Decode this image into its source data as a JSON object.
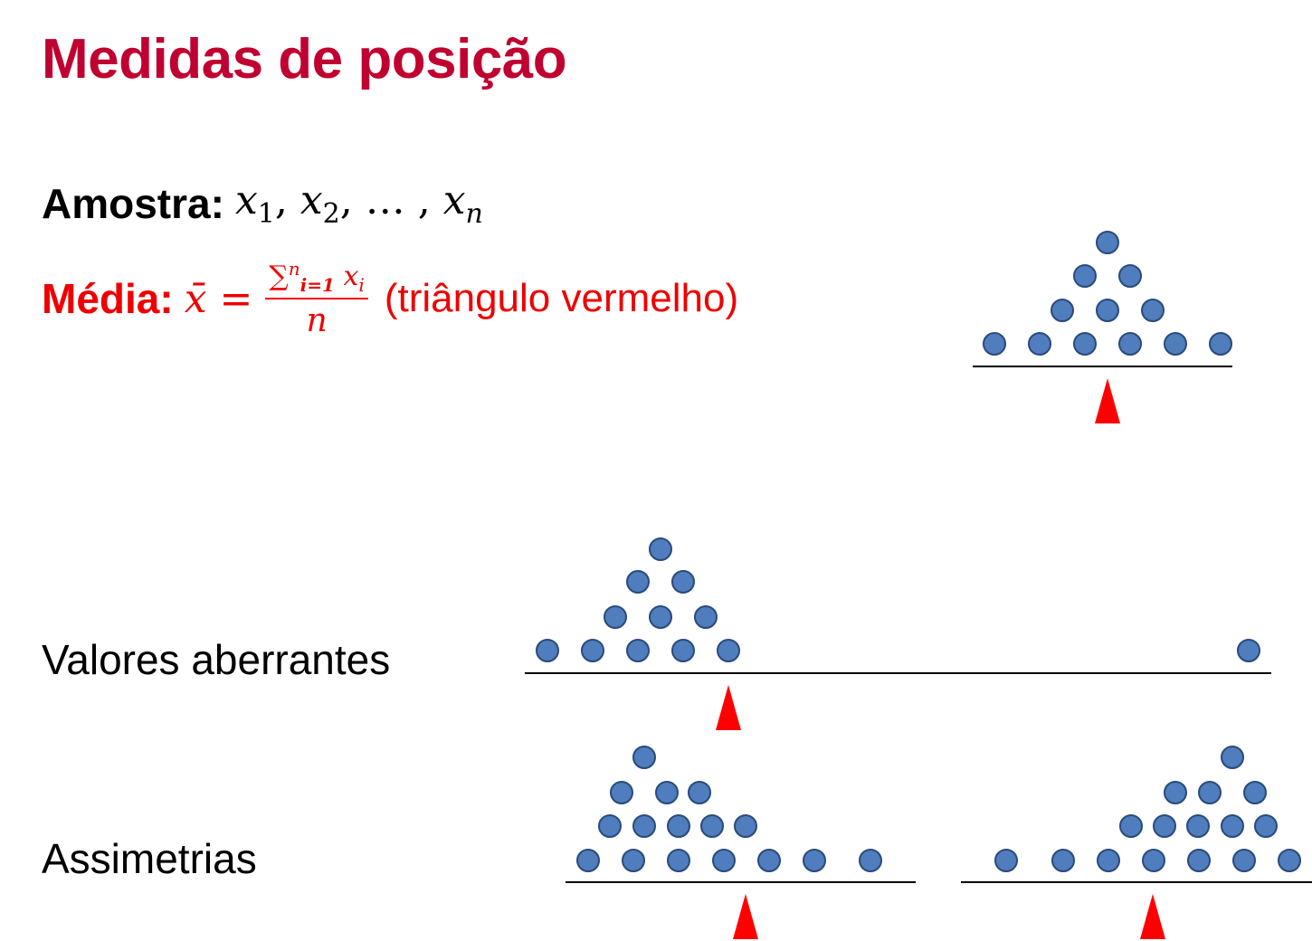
{
  "title": "Medidas de posição",
  "amostra": {
    "label": "Amostra:",
    "formula_parts": [
      "x",
      "1",
      ", ",
      "x",
      "2",
      ", … , ",
      "x",
      "n"
    ]
  },
  "media": {
    "label": "Média:",
    "lhs": "x̄ =",
    "numerator_sum": "∑",
    "numerator_sup": "n",
    "numerator_sub": "i=1",
    "numerator_term": "x",
    "numerator_term_sub": "i",
    "denominator": "n",
    "note": "(triângulo  vermelho)"
  },
  "rows": {
    "valores_aberrantes": "Valores aberrantes",
    "assimetrias": "Assimetrias"
  },
  "colors": {
    "title": "#c00030",
    "media": "#ee0000",
    "dot_fill": "#4f7dbd",
    "dot_stroke": "#2a4a7a",
    "triangle": "#ff0000"
  }
}
